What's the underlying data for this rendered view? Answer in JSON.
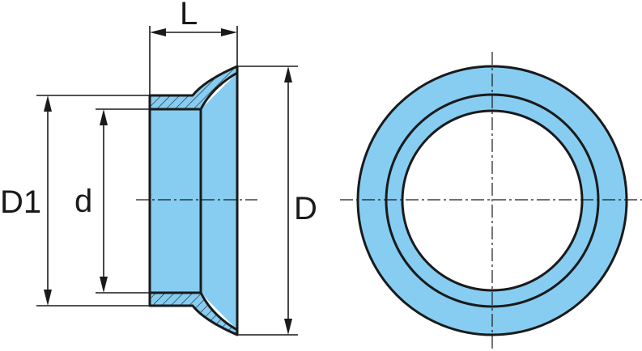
{
  "colors": {
    "part_fill": "#86cdf1",
    "outline": "#1a1a1a",
    "background": "#ffffff"
  },
  "labels": {
    "length": "L",
    "outer_flange_diameter": "D1",
    "inner_diameter": "d",
    "outer_diameter": "D"
  }
}
